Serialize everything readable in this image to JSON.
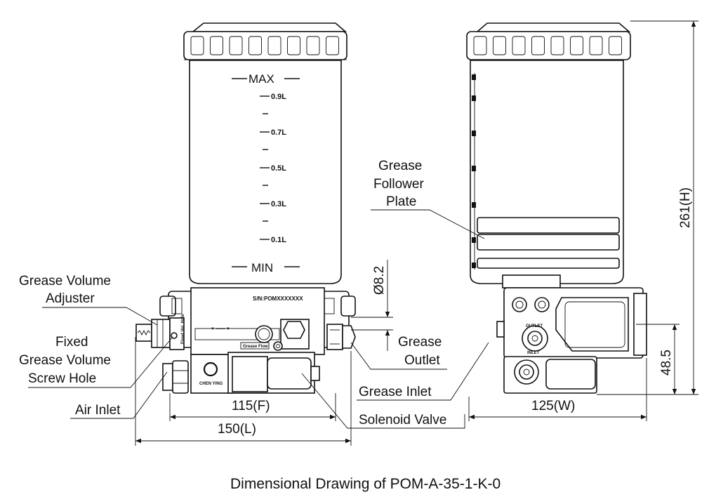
{
  "labels": {
    "grease_volume_adjuster_1": "Grease Volume",
    "grease_volume_adjuster_2": "Adjuster",
    "fixed_hole_1": "Fixed",
    "fixed_hole_2": "Grease Volume",
    "fixed_hole_3": "Screw Hole",
    "air_inlet": "Air Inlet",
    "grease_outlet_1": "Grease",
    "grease_outlet_2": "Outlet",
    "grease_inlet": "Grease Inlet",
    "solenoid_valve": "Solenoid Valve",
    "follower_1": "Grease",
    "follower_2": "Follower",
    "follower_3": "Plate"
  },
  "dimensions": {
    "front_width": "115(F)",
    "length": "150(L)",
    "side_width": "125(W)",
    "height": "261(H)",
    "outlet_height": "48.5",
    "diameter": "Ø8.2"
  },
  "scale": {
    "max": "MAX",
    "min": "MIN",
    "marks": [
      "0.9L",
      "0.7L",
      "0.5L",
      "0.3L",
      "0.1L"
    ]
  },
  "body_text": {
    "serial": "S/N:POMXXXXXXX",
    "brand": "CHEN YING",
    "grease_tag": "Grease Flow",
    "fixed_tag": "Fixed Vol. Hole",
    "outlet_tag": "OUTLET",
    "inlet_tag": "INLET"
  },
  "caption": "Dimensional Drawing of POM-A-35-1-K-0"
}
